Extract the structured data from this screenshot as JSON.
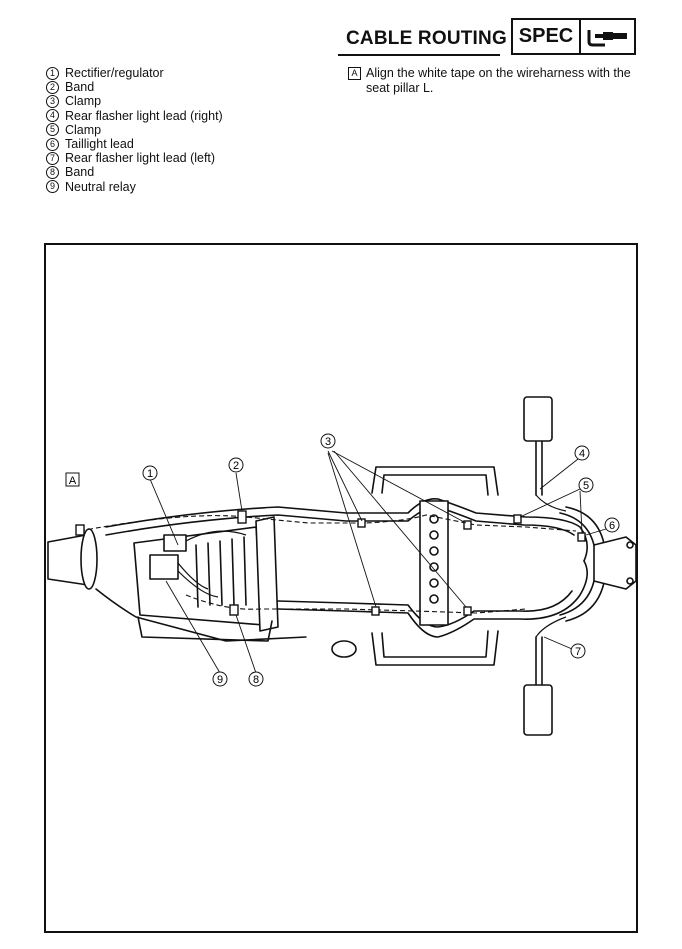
{
  "header": {
    "title": "CABLE ROUTING",
    "spec_label": "SPEC"
  },
  "legend": [
    {
      "num": "1",
      "text": "Rectifier/regulator"
    },
    {
      "num": "2",
      "text": "Band"
    },
    {
      "num": "3",
      "text": "Clamp"
    },
    {
      "num": "4",
      "text": "Rear flasher light lead (right)"
    },
    {
      "num": "5",
      "text": "Clamp"
    },
    {
      "num": "6",
      "text": "Taillight lead"
    },
    {
      "num": "7",
      "text": "Rear flasher light lead (left)"
    },
    {
      "num": "8",
      "text": "Band"
    },
    {
      "num": "9",
      "text": "Neutral relay"
    }
  ],
  "note": {
    "tag": "A",
    "line1": "Align the white tape on the wireharness with the",
    "line2": "seat pillar L."
  },
  "diagram": {
    "callouts": {
      "a": "A",
      "c1": "1",
      "c2": "2",
      "c3": "3",
      "c4": "4",
      "c5": "5",
      "c6": "6",
      "c7": "7",
      "c8": "8",
      "c9": "9"
    },
    "icons": [
      "micrometer-icon"
    ]
  }
}
